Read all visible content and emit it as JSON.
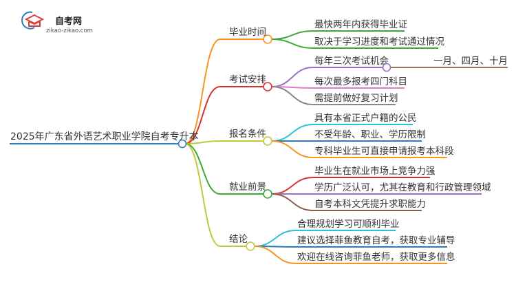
{
  "logo": {
    "title": "自考网",
    "url": "zikao-zikao.com"
  },
  "root": {
    "label": "2025年广东省外语艺术职业学院自考专升本",
    "color": "#2e7bbf"
  },
  "branches": [
    {
      "label": "毕业时间",
      "color": "#f7931e",
      "children": [
        {
          "label": "最快两年内获得毕业证",
          "color": "#3aa935"
        },
        {
          "label": "取决于学习进度和考试通过情况",
          "color": "#3aa935"
        }
      ]
    },
    {
      "label": "考试安排",
      "color": "#d9302f",
      "children": [
        {
          "label": "每年三次考试机会",
          "color": "#9b6fc6",
          "sub": {
            "label": "一月、四月、十月",
            "color": "#9b7468"
          }
        },
        {
          "label": "每次最多报考四门科目",
          "color": "#e27cc8"
        },
        {
          "label": "需提前做好复习计划",
          "color": "#888888"
        }
      ]
    },
    {
      "label": "报名条件",
      "color": "#c3c83a",
      "children": [
        {
          "label": "具有本省正式户籍的公民",
          "color": "#2bc0d4"
        },
        {
          "label": "不受年龄、职业、学历限制",
          "color": "#2e7bbf"
        },
        {
          "label": "专科毕业生可直接申请报考本科段",
          "color": "#f7931e"
        }
      ]
    },
    {
      "label": "就业前景",
      "color": "#3aa935",
      "children": [
        {
          "label": "毕业生在就业市场上竞争力强",
          "color": "#d9302f"
        },
        {
          "label": "学历广泛认可，尤其在教育和行政管理领域",
          "color": "#9b6fc6"
        },
        {
          "label": "自考本科文凭提升求职能力",
          "color": "#8a5a4a"
        }
      ]
    },
    {
      "label": "结论",
      "color": "#c3c83a",
      "children": [
        {
          "label": "合理规划学习可顺利毕业",
          "color": "#2bc0d4"
        },
        {
          "label": "建议选择菲鱼教育自考，获取专业辅导",
          "color": "#2e7bbf"
        },
        {
          "label": "欢迎在线咨询菲鱼老师，获取更多信息",
          "color": "#f7931e"
        }
      ]
    }
  ]
}
